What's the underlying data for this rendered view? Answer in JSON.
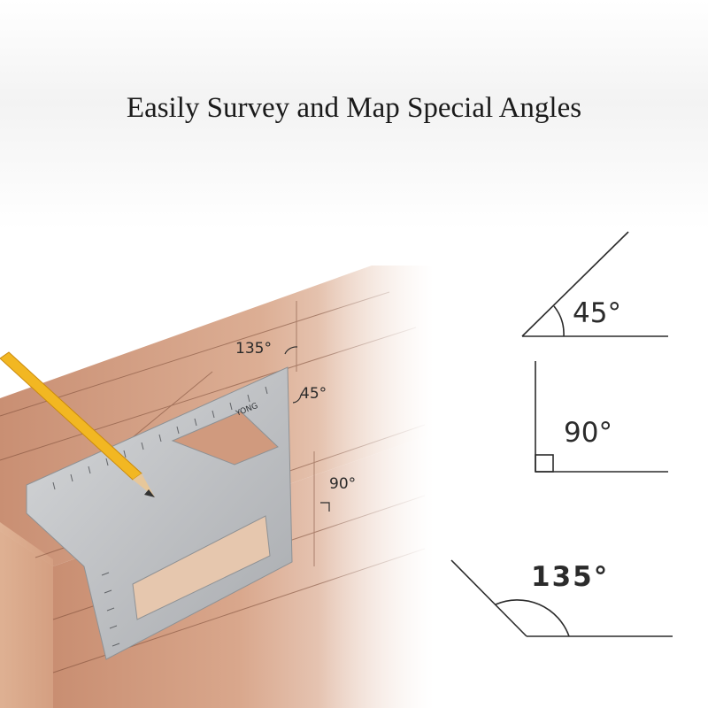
{
  "headline": "Easily Survey and Map Special Angles",
  "photo": {
    "brand": "YONG",
    "annotations": {
      "a135": "135°",
      "a45": "45°",
      "a90": "90°"
    }
  },
  "diagrams": {
    "angle_45": "45°",
    "angle_90": "90°",
    "angle_135": "135°"
  },
  "colors": {
    "wood_top": "#d7a589",
    "wood_front": "#c99074",
    "ruler": "#c4c6c8",
    "pencil": "#f2b722",
    "line": "#2b2b2b"
  }
}
